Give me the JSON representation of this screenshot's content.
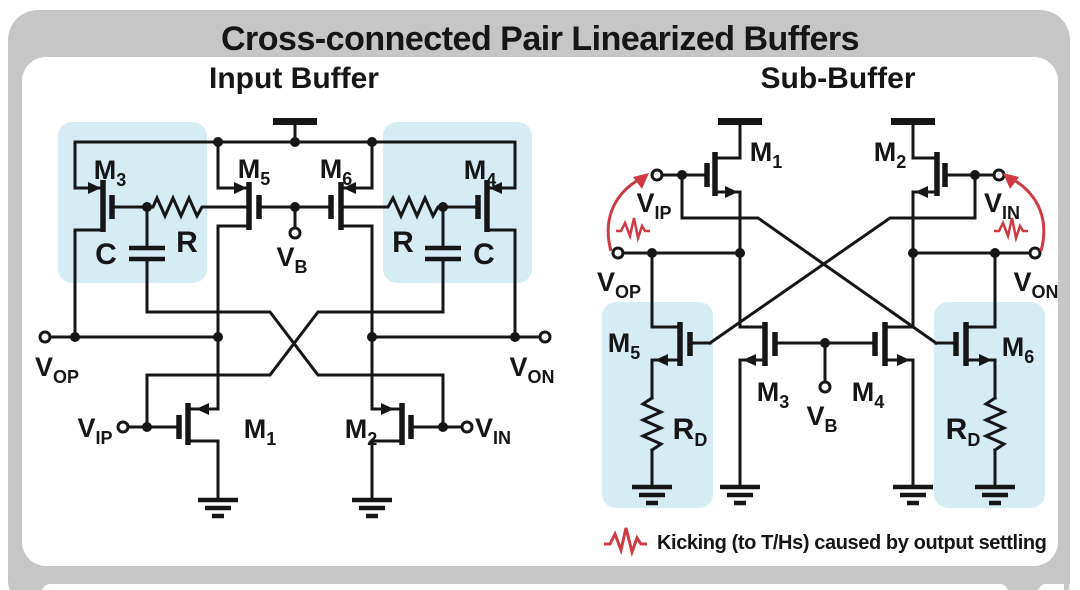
{
  "title": "Cross-connected Pair Linearized Buffers",
  "colors": {
    "frame_gray": "#c6c6c6",
    "panel_white": "#ffffff",
    "line_black": "#161616",
    "highlight_blue": "#d6ecf4",
    "accent_red": "#cf3a44"
  },
  "input_buffer": {
    "heading": "Input Buffer",
    "transistors": {
      "m1": {
        "main": "M",
        "sub": "1"
      },
      "m2": {
        "main": "M",
        "sub": "2"
      },
      "m3": {
        "main": "M",
        "sub": "3"
      },
      "m4": {
        "main": "M",
        "sub": "4"
      },
      "m5": {
        "main": "M",
        "sub": "5"
      },
      "m6": {
        "main": "M",
        "sub": "6"
      }
    },
    "passives": {
      "r_left": "R",
      "r_right": "R",
      "c_left": "C",
      "c_right": "C"
    },
    "nodes": {
      "vb": {
        "main": "V",
        "sub": "B"
      },
      "vop": {
        "main": "V",
        "sub": "OP"
      },
      "von": {
        "main": "V",
        "sub": "ON"
      },
      "vip": {
        "main": "V",
        "sub": "IP"
      },
      "vin": {
        "main": "V",
        "sub": "IN"
      }
    }
  },
  "sub_buffer": {
    "heading": "Sub-Buffer",
    "transistors": {
      "m1": {
        "main": "M",
        "sub": "1"
      },
      "m2": {
        "main": "M",
        "sub": "2"
      },
      "m3": {
        "main": "M",
        "sub": "3"
      },
      "m4": {
        "main": "M",
        "sub": "4"
      },
      "m5": {
        "main": "M",
        "sub": "5"
      },
      "m6": {
        "main": "M",
        "sub": "6"
      }
    },
    "passives": {
      "rd_left": {
        "main": "R",
        "sub": "D"
      },
      "rd_right": {
        "main": "R",
        "sub": "D"
      }
    },
    "nodes": {
      "vb": {
        "main": "V",
        "sub": "B"
      },
      "vop": {
        "main": "V",
        "sub": "OP"
      },
      "von": {
        "main": "V",
        "sub": "ON"
      },
      "vip": {
        "main": "V",
        "sub": "IP"
      },
      "vin": {
        "main": "V",
        "sub": "IN"
      }
    }
  },
  "legend": {
    "kick_label": "Kicking (to T/Hs) caused by output settling"
  }
}
